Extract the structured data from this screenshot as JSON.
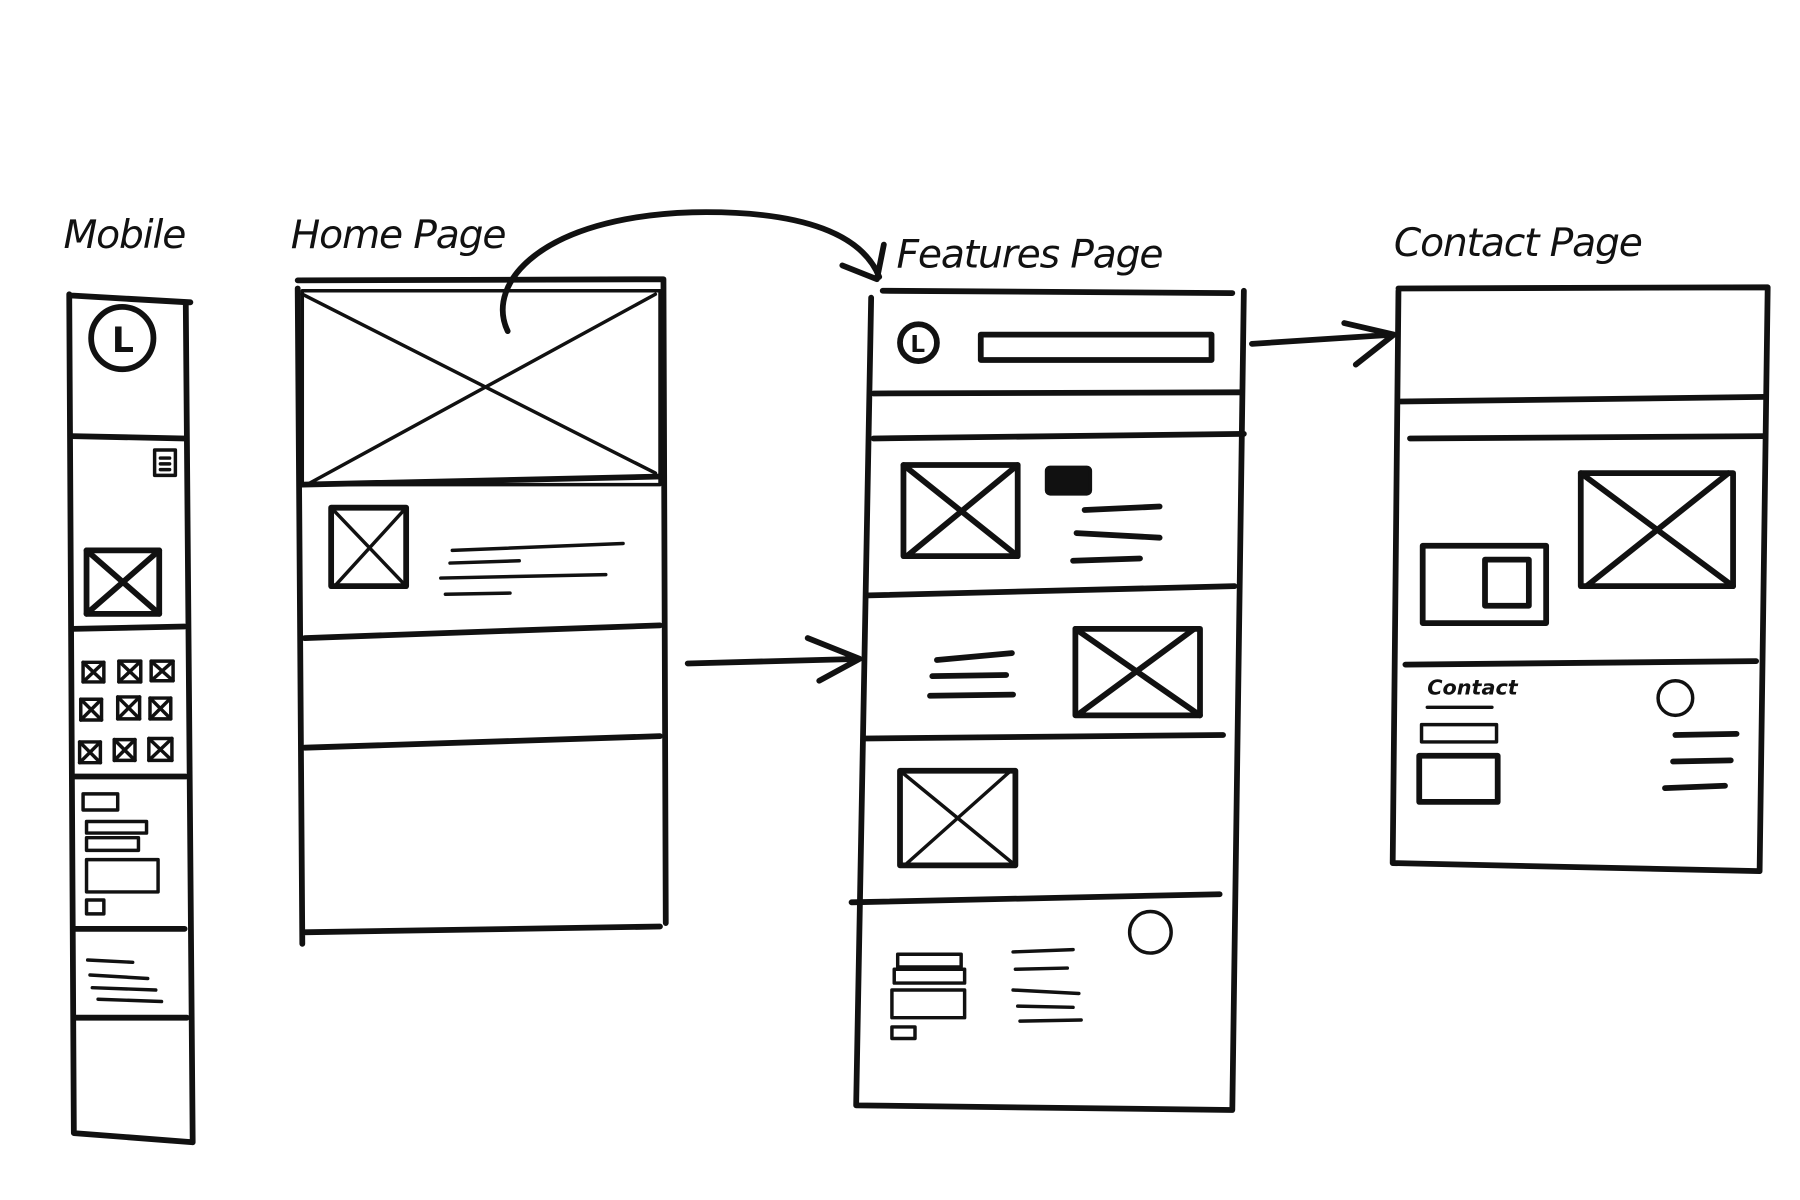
{
  "labels": {
    "mobile": "Mobile",
    "home": "Home Page",
    "features": "Features Page",
    "contact": "Contact Page"
  },
  "contact_section_label": "Contact",
  "logo_letter": "L",
  "colors": {
    "ink": "#111111",
    "paper": "#ffffff"
  }
}
